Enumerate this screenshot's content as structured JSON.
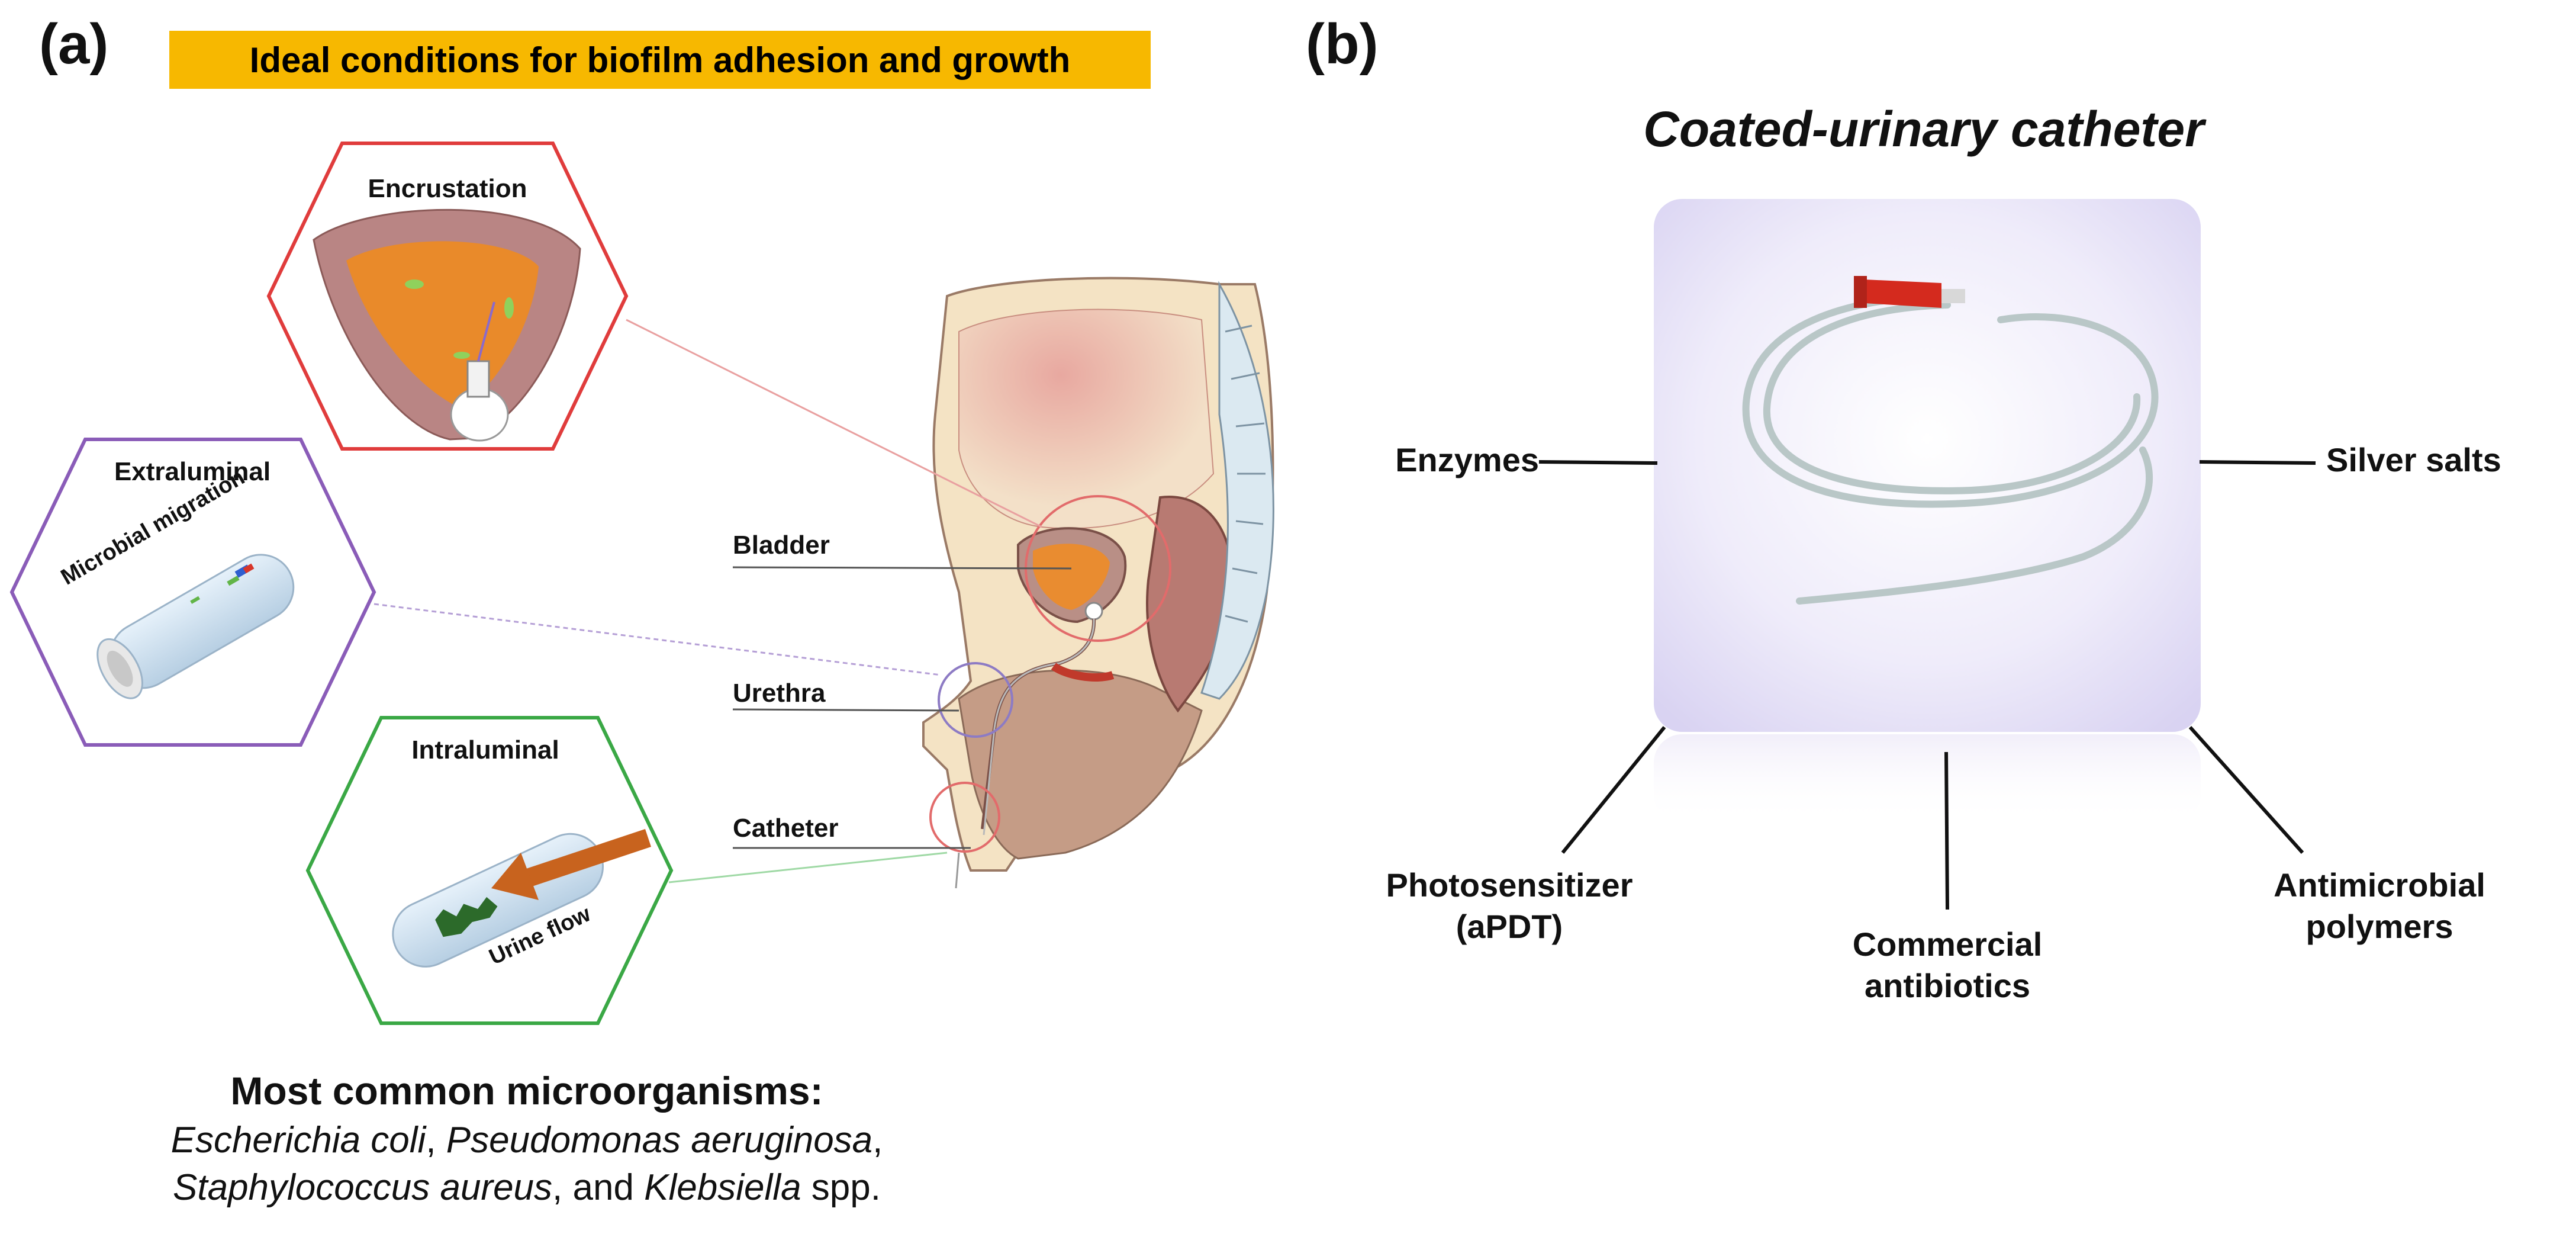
{
  "panel_a": {
    "label": "(a)",
    "banner": "Ideal conditions for biofilm adhesion and growth",
    "hexagons": {
      "encrustation": "Encrustation",
      "extraluminal": "Extraluminal",
      "extraluminal_caption": "Microbial migration",
      "intraluminal": "Intraluminal",
      "intraluminal_caption": "Urine flow"
    },
    "anatomy_labels": {
      "bladder": "Bladder",
      "urethra": "Urethra",
      "catheter": "Catheter"
    },
    "microorganisms": {
      "heading": "Most common microorganisms:",
      "escherichia": "Escherichia coli",
      "sep1": ", ",
      "pseudomonas": "Pseudomonas aeruginosa",
      "sep2": ",",
      "staphylococcus": "Staphylococcus aureus",
      "and": ", and ",
      "klebsiella": "Klebsiella",
      "spp": " spp."
    }
  },
  "panel_b": {
    "label": "(b)",
    "title": "Coated-urinary catheter",
    "callouts": {
      "enzymes": "Enzymes",
      "silver_salts": "Silver salts",
      "photosensitizer_line1": "Photosensitizer",
      "photosensitizer_line2": "(aPDT)",
      "commercial_line1": "Commercial",
      "commercial_line2": "antibiotics",
      "antimicrobial_line1": "Antimicrobial",
      "antimicrobial_line2": "polymers"
    }
  },
  "colors": {
    "banner": "#f7b800",
    "encrustation_border": "#e03c3c",
    "extraluminal_border": "#8a5cb8",
    "intraluminal_border": "#3aa845",
    "catheter_box": "#e7e3f7",
    "catheter_tip": "#d42a1e",
    "flow_arrow": "#c8631e"
  }
}
